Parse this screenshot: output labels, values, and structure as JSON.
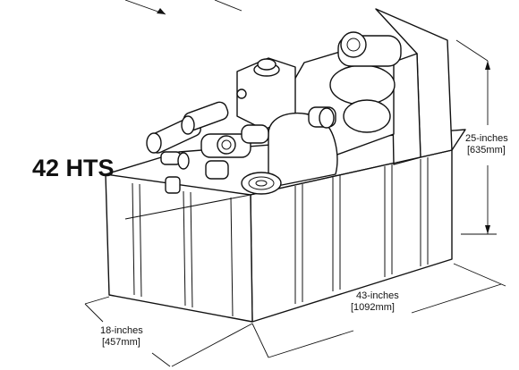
{
  "product": {
    "model_label": "42 HTS"
  },
  "dimensions": {
    "height": {
      "imperial": "25-inches",
      "metric": "[635mm]"
    },
    "length": {
      "imperial": "43-inches",
      "metric": "[1092mm]"
    },
    "width": {
      "imperial": "18-inches",
      "metric": "[457mm]"
    }
  },
  "colors": {
    "line": "#111111",
    "background": "#ffffff"
  }
}
